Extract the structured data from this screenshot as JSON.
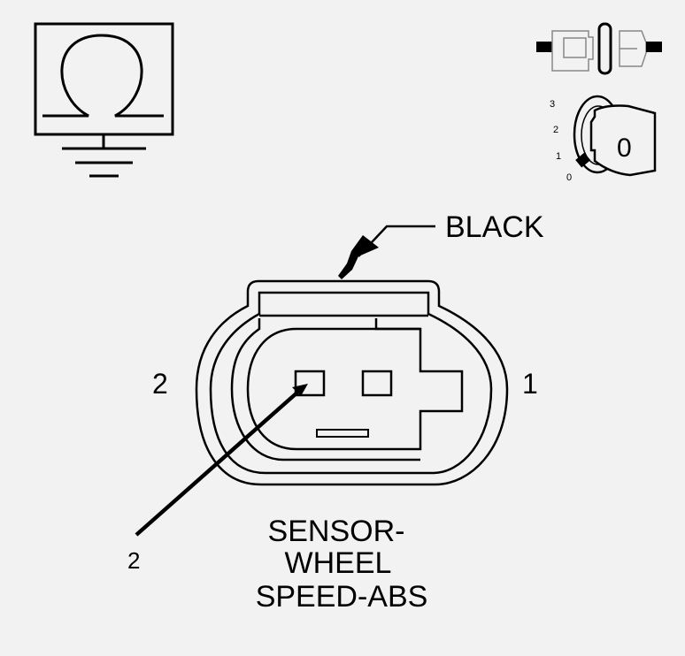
{
  "ground_symbol": {
    "icon": "ohm-ground-icon"
  },
  "key_switch": {
    "icon": "ignition-key-icon",
    "positions": [
      "3",
      "2",
      "1",
      "0"
    ],
    "key_label": "0"
  },
  "connector": {
    "color_label": "BLACK",
    "pin_left_label": "2",
    "pin_right_label": "1",
    "callout_label": "2",
    "name_lines": [
      "SENSOR-",
      "WHEEL",
      "SPEED-ABS"
    ]
  }
}
